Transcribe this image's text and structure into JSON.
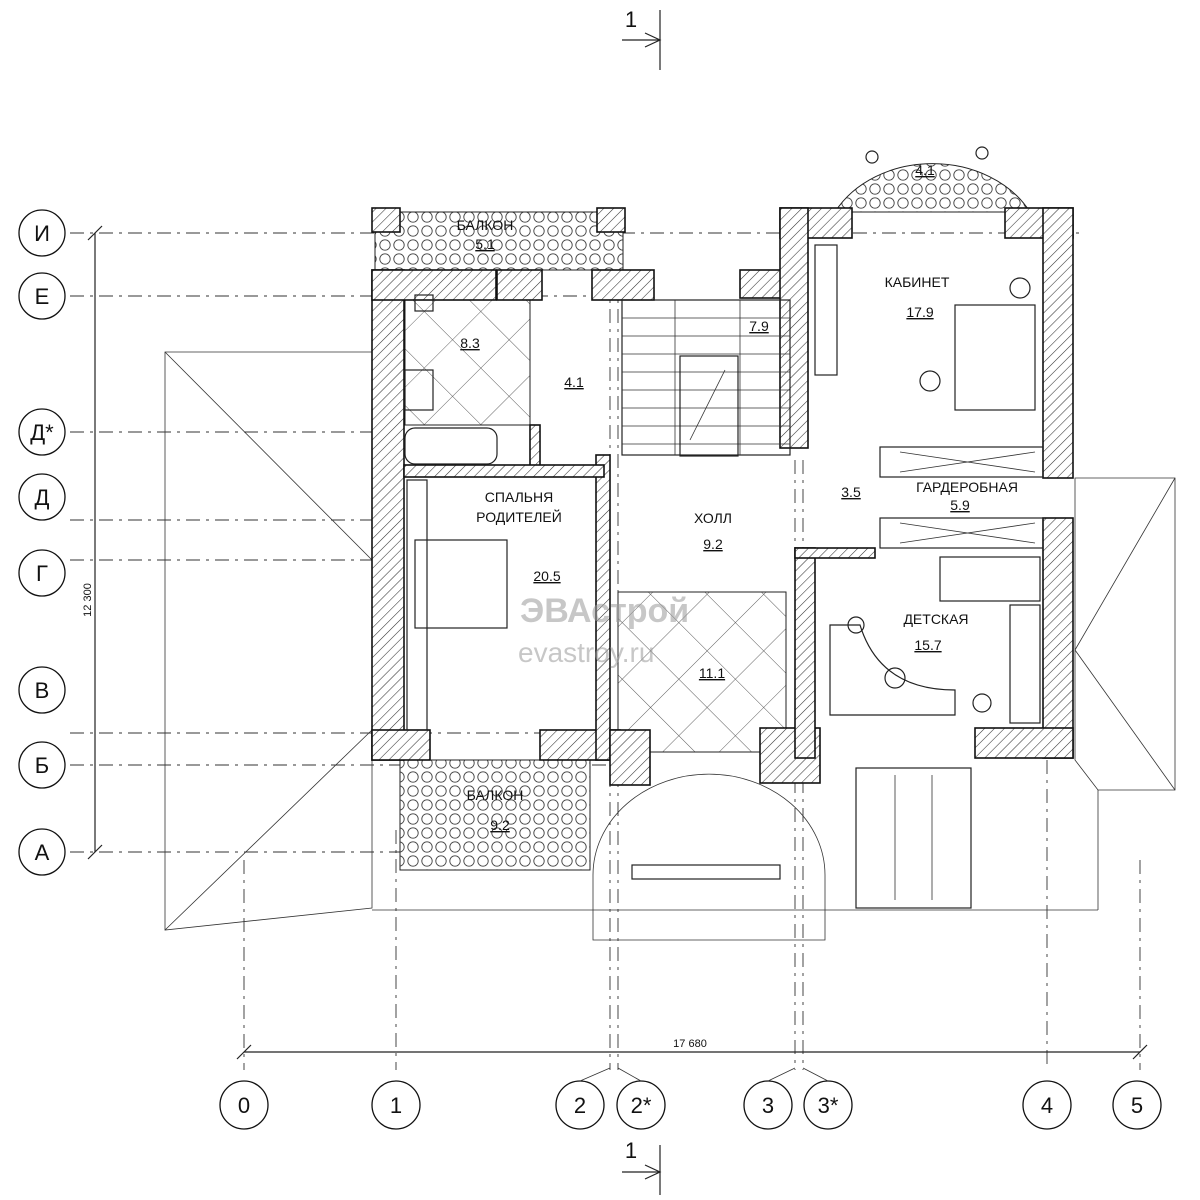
{
  "rooms": [
    {
      "name": "БАЛКОН",
      "area": "5.1"
    },
    {
      "name": "",
      "area": "4.1"
    },
    {
      "name": "КАБИНЕТ",
      "area": "17.9"
    },
    {
      "name": "",
      "area": "8.3"
    },
    {
      "name": "",
      "area": "4.1"
    },
    {
      "name": "",
      "area": "7.9"
    },
    {
      "name": "СПАЛЬНЯ",
      "name2": "РОДИТЕЛЕЙ",
      "area": "20.5"
    },
    {
      "name": "ХОЛЛ",
      "area": "9.2"
    },
    {
      "name": "",
      "area": "3.5"
    },
    {
      "name": "ГАРДЕРОБНАЯ",
      "area": "5.9"
    },
    {
      "name": "ДЕТСКАЯ",
      "area": "15.7"
    },
    {
      "name": "",
      "area": "11.1"
    },
    {
      "name": "БАЛКОН",
      "area": "9.2"
    }
  ],
  "axes_rows": [
    "И",
    "Е",
    "Д*",
    "Д",
    "Г",
    "В",
    "Б",
    "А"
  ],
  "axes_cols": [
    "0",
    "1",
    "2",
    "2*",
    "3",
    "3*",
    "4",
    "5"
  ],
  "dimensions": {
    "horizontal": "17 680",
    "vertical": "12 300"
  },
  "section_mark": "1",
  "watermark": {
    "name": "ЭВАстрой",
    "site": "evastroy.ru"
  }
}
